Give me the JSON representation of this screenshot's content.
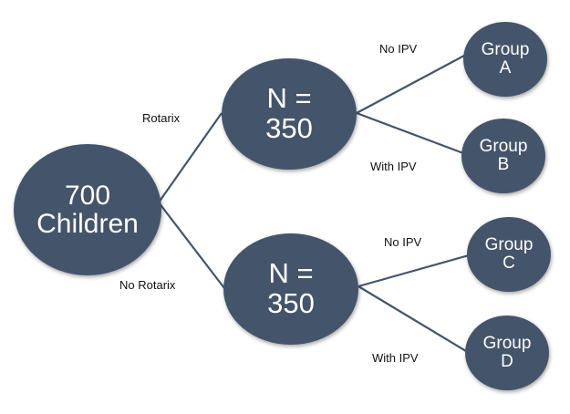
{
  "root": {
    "line1": "700",
    "line2": "Children"
  },
  "branches": [
    {
      "label": "Rotarix",
      "line1": "N =",
      "line2": "350"
    },
    {
      "label": "No Rotarix",
      "line1": "N =",
      "line2": "350"
    }
  ],
  "groups": [
    {
      "label": "No IPV",
      "line1": "Group",
      "line2": "A"
    },
    {
      "label": "With IPV",
      "line1": "Group",
      "line2": "B"
    },
    {
      "label": "No IPV",
      "line1": "Group",
      "line2": "C"
    },
    {
      "label": "With IPV",
      "line1": "Group",
      "line2": "D"
    }
  ],
  "colors": {
    "node_fill": "#44546a",
    "node_text": "#ffffff",
    "connector": "#44546a"
  }
}
